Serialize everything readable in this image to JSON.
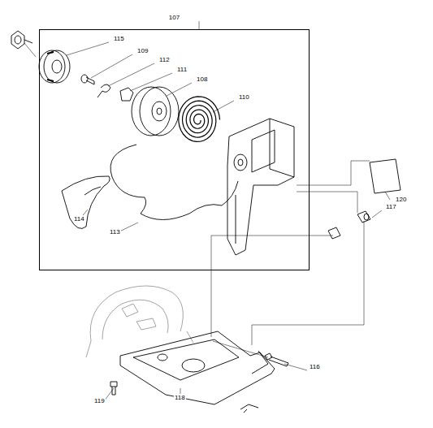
{
  "diagram": {
    "nodes": [
      {
        "text": [
          "107"
        ]
      }
    ],
    "labels": [
      "115",
      "109",
      "112",
      "111",
      "108",
      "110",
      "114",
      "113",
      "120",
      "117",
      "116",
      "119",
      "118"
    ]
  }
}
